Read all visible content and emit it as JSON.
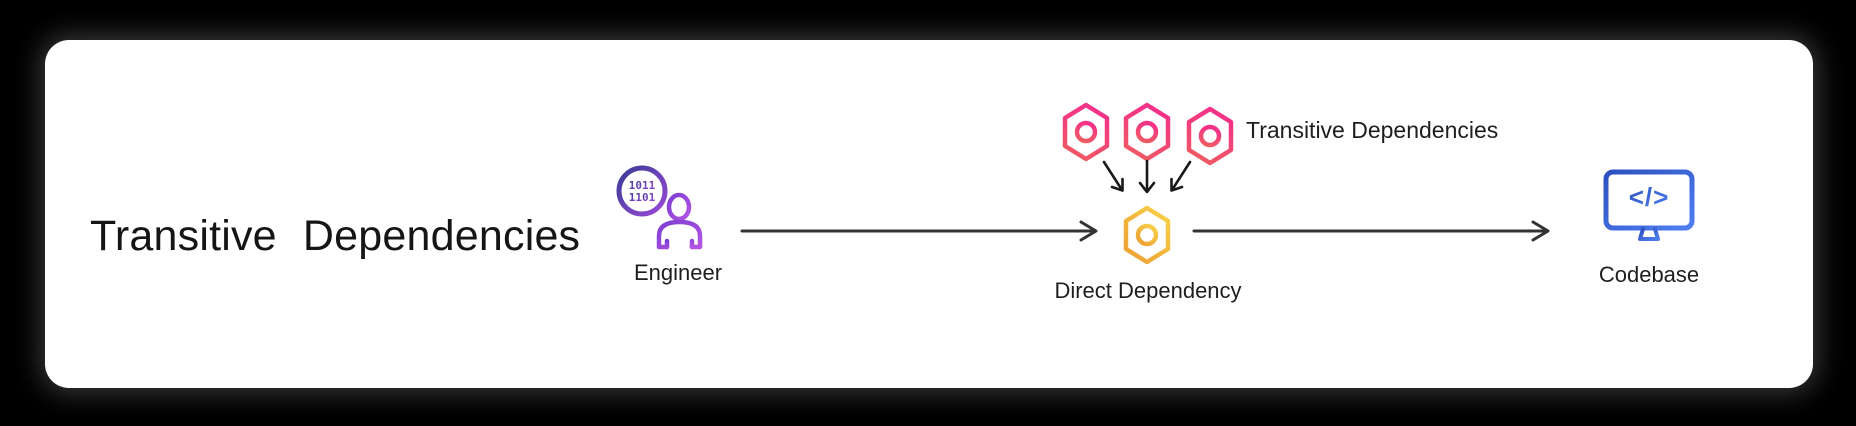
{
  "title": "Transitive Dependencies",
  "diagram": {
    "engineer": {
      "label": "Engineer",
      "binary_row1": "1011",
      "binary_row2": "1101"
    },
    "transitive": {
      "label": "Transitive Dependencies",
      "hex_count": 3
    },
    "direct": {
      "label": "Direct Dependency"
    },
    "codebase": {
      "label": "Codebase",
      "code_glyph": "</>"
    }
  },
  "colors": {
    "page_bg": "#000000",
    "card_bg": "#ffffff",
    "title_text": "#151515",
    "label_text": "#1e1e1e",
    "arrow": "#333333",
    "small_arrow": "#1a1a1a",
    "engineer_circle_from": "#3a3b97",
    "engineer_circle_to": "#9a4ad6",
    "engineer_person_from": "#7d3fd1",
    "engineer_person_to": "#b455e6",
    "transitive_hex_from": "#f43288",
    "transitive_hex_to": "#ef5f60",
    "direct_hex_from": "#f7ce48",
    "direct_hex_to": "#ec9e33",
    "codebase_from": "#2d50c0",
    "codebase_to": "#4e7ff0"
  }
}
